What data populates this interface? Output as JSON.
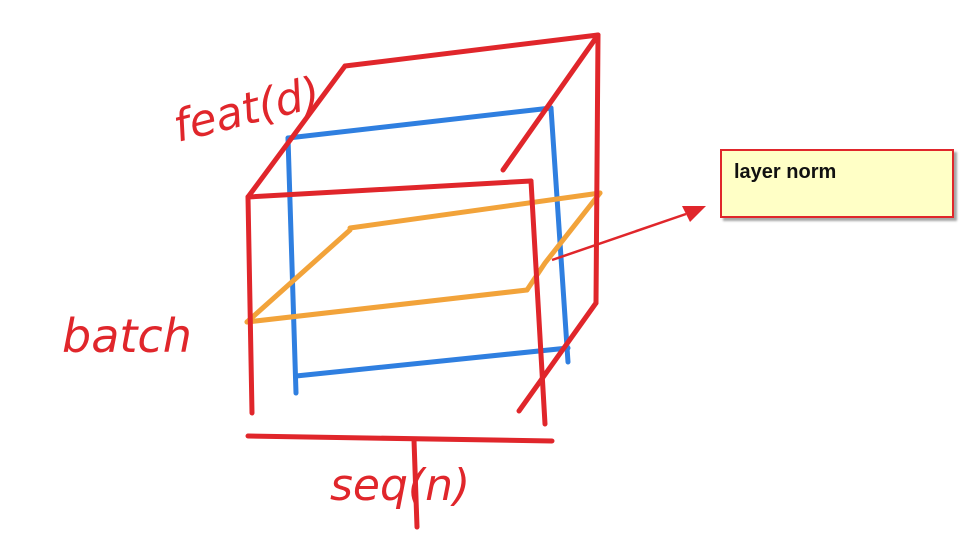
{
  "labels": {
    "feature_axis": "feat(d)",
    "batch_axis": "batch",
    "seq_axis": "seq(n)"
  },
  "callout": {
    "text": "layer norm"
  },
  "colors": {
    "cube_edges": "#e0262b",
    "batch_slice": "#2f7fe0",
    "norm_plane": "#f2a33a",
    "callout_bg": "#ffffc6",
    "callout_border": "#e0262b"
  }
}
